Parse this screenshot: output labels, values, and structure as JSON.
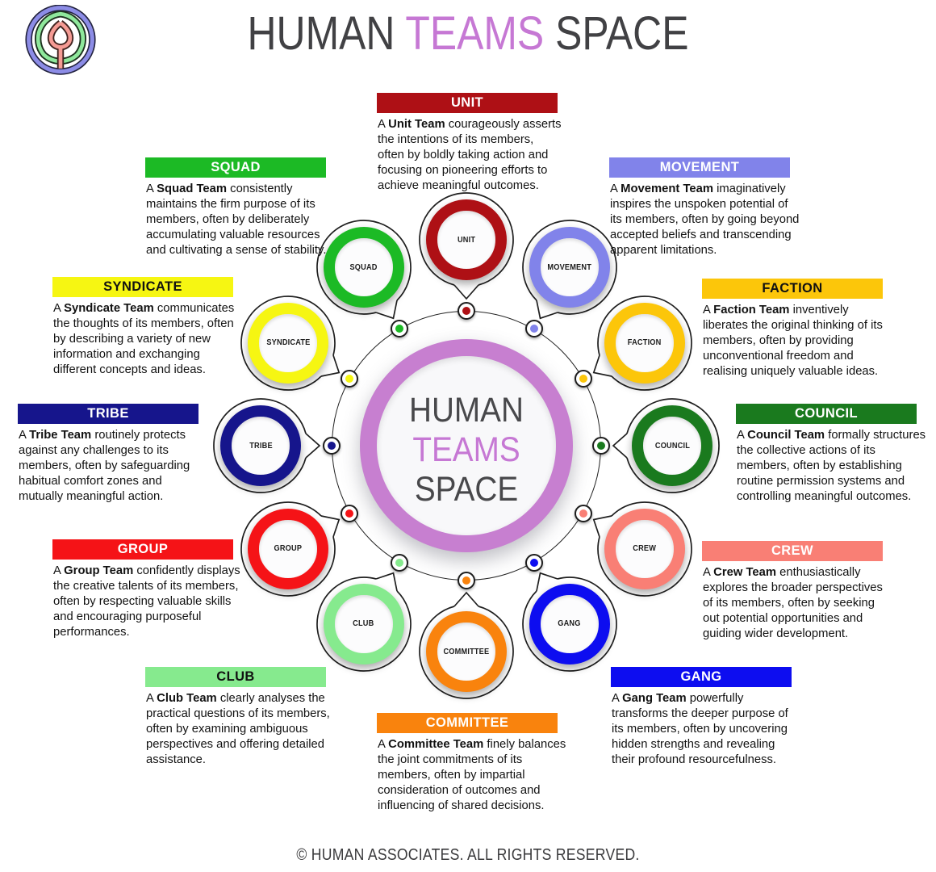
{
  "header": {
    "title_human": "HUMAN ",
    "title_teams": "TEAMS",
    "title_space": " SPACE",
    "logo_icon": "celtic-knot-logo"
  },
  "center": {
    "line1": "HUMAN",
    "line2": "TEAMS",
    "line3": "SPACE",
    "ring_color": "#c77fd0"
  },
  "footer": {
    "text": "© HUMAN ASSOCIATES. ALL RIGHTS RESERVED."
  },
  "colors": {
    "title_dark": "#414144",
    "accent_purple": "#c678d4",
    "outline_black": "#1d1d1d"
  },
  "teams": [
    {
      "name": "UNIT",
      "angle": 270,
      "color": "#ae1015",
      "header_text_color": "#ffffff",
      "desc_lead": "A",
      "desc_bold": "Unit Team",
      "desc_rest": "courageously asserts the intentions of its members, often by boldly taking action and focusing on pioneering efforts to achieve meaningful outcomes."
    },
    {
      "name": "MOVEMENT",
      "angle": 300,
      "color": "#8183ea",
      "header_text_color": "#ffffff",
      "desc_lead": "A",
      "desc_bold": "Movement Team",
      "desc_rest": "imaginatively inspires the unspoken potential of its members, often by going beyond accepted beliefs and transcending apparent limitations."
    },
    {
      "name": "FACTION",
      "angle": 330,
      "color": "#fcc60a",
      "header_text_color": "#111111",
      "desc_lead": "A",
      "desc_bold": "Faction Team",
      "desc_rest": "inventively liberates the original thinking of its members, often by providing unconventional freedom and realising uniquely valuable ideas."
    },
    {
      "name": "COUNCIL",
      "angle": 0,
      "color": "#1a7a1e",
      "header_text_color": "#ffffff",
      "desc_lead": "A",
      "desc_bold": "Council Team",
      "desc_rest": "formally structures the collective actions of its members, often by establishing routine permission systems and controlling meaningful outcomes."
    },
    {
      "name": "CREW",
      "angle": 30,
      "color": "#f97f75",
      "header_text_color": "#ffffff",
      "desc_lead": "A",
      "desc_bold": "Crew Team",
      "desc_rest": "enthusiastically explores the broader perspectives of its members, often by seeking out potential opportunities and guiding wider development."
    },
    {
      "name": "GANG",
      "angle": 60,
      "color": "#0d0df0",
      "header_text_color": "#ffffff",
      "desc_lead": "A",
      "desc_bold": "Gang Team",
      "desc_rest": "powerfully transforms the deeper purpose of its members, often by uncovering hidden strengths and revealing their profound resourcefulness."
    },
    {
      "name": "COMMITTEE",
      "angle": 90,
      "color": "#f9830d",
      "header_text_color": "#ffffff",
      "desc_lead": "A",
      "desc_bold": "Committee Team",
      "desc_rest": "finely balances the joint commitments of its members, often by impartial consideration of outcomes and influencing of shared decisions."
    },
    {
      "name": "CLUB",
      "angle": 120,
      "color": "#86ea8e",
      "header_text_color": "#111111",
      "desc_lead": "A",
      "desc_bold": "Club Team",
      "desc_rest": "clearly analyses the practical questions of its members, often by examining ambiguous perspectives and offering detailed assistance."
    },
    {
      "name": "GROUP",
      "angle": 150,
      "color": "#f51317",
      "header_text_color": "#ffffff",
      "desc_lead": "A",
      "desc_bold": "Group Team",
      "desc_rest": "confidently displays the creative talents of its members, often by respecting valuable skills and encouraging purposeful performances."
    },
    {
      "name": "TRIBE",
      "angle": 180,
      "color": "#16158c",
      "header_text_color": "#ffffff",
      "desc_lead": "A",
      "desc_bold": "Tribe Team",
      "desc_rest": "routinely protects against any challenges to its members, often by safeguarding habitual comfort zones and mutually meaningful action."
    },
    {
      "name": "SYNDICATE",
      "angle": 210,
      "color": "#f6f612",
      "header_text_color": "#111111",
      "desc_lead": "A",
      "desc_bold": "Syndicate Team",
      "desc_rest": "communicates the thoughts of its members, often by describing a variety of new information and exchanging different concepts and ideas."
    },
    {
      "name": "SQUAD",
      "angle": 240,
      "color": "#1cba25",
      "header_text_color": "#ffffff",
      "desc_lead": "A",
      "desc_bold": "Squad Team",
      "desc_rest": "consistently maintains the firm purpose of its members, often by deliberately accumulating valuable resources and cultivating a sense of stability."
    }
  ]
}
